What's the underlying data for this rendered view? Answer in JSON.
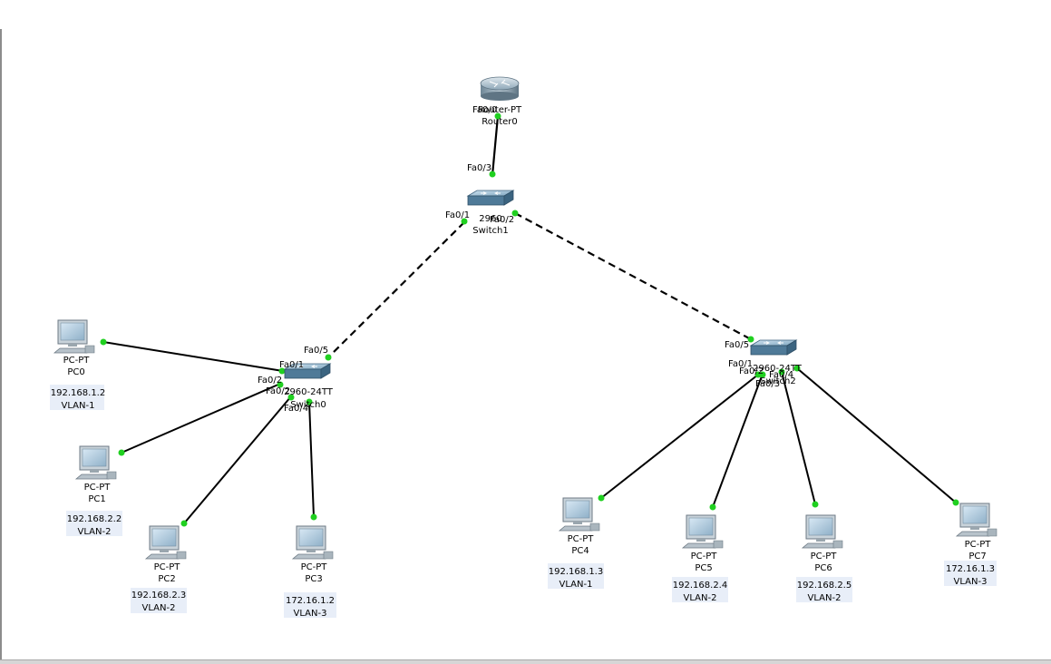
{
  "colors": {
    "link": "#000000",
    "port_up": "#20d020",
    "label_bg": "#e8eef8"
  },
  "router": {
    "type": "Router-PT",
    "name": "Router0",
    "port": "Fa0/0"
  },
  "switch1": {
    "model": "2960",
    "name": "Switch1",
    "ports": [
      "Fa0/3",
      "Fa0/1",
      "Fa0/2"
    ]
  },
  "switch0": {
    "model": "2960-24TT",
    "name": "Switch0",
    "ports": [
      "Fa0/5",
      "Fa0/1",
      "Fa0/2",
      "Fa0/3",
      "Fa0/4"
    ]
  },
  "switch2": {
    "model": "2960-24TT",
    "name": "Switch2",
    "ports": [
      "Fa0/5",
      "Fa0/1",
      "Fa0/2",
      "Fa0/4",
      "Fa0/3"
    ]
  },
  "pcs": [
    {
      "type": "PC-PT",
      "name": "PC0",
      "ip": "192.168.1.2",
      "vlan": "VLAN-1"
    },
    {
      "type": "PC-PT",
      "name": "PC1",
      "ip": "192.168.2.2",
      "vlan": "VLAN-2"
    },
    {
      "type": "PC-PT",
      "name": "PC2",
      "ip": "192.168.2.3",
      "vlan": "VLAN-2"
    },
    {
      "type": "PC-PT",
      "name": "PC3",
      "ip": "172.16.1.2",
      "vlan": "VLAN-3"
    },
    {
      "type": "PC-PT",
      "name": "PC4",
      "ip": "192.168.1.3",
      "vlan": "VLAN-1"
    },
    {
      "type": "PC-PT",
      "name": "PC5",
      "ip": "192.168.2.4",
      "vlan": "VLAN-2"
    },
    {
      "type": "PC-PT",
      "name": "PC6",
      "ip": "192.168.2.5",
      "vlan": "VLAN-2"
    },
    {
      "type": "PC-PT",
      "name": "PC7",
      "ip": "172.16.1.3",
      "vlan": "VLAN-3"
    }
  ]
}
